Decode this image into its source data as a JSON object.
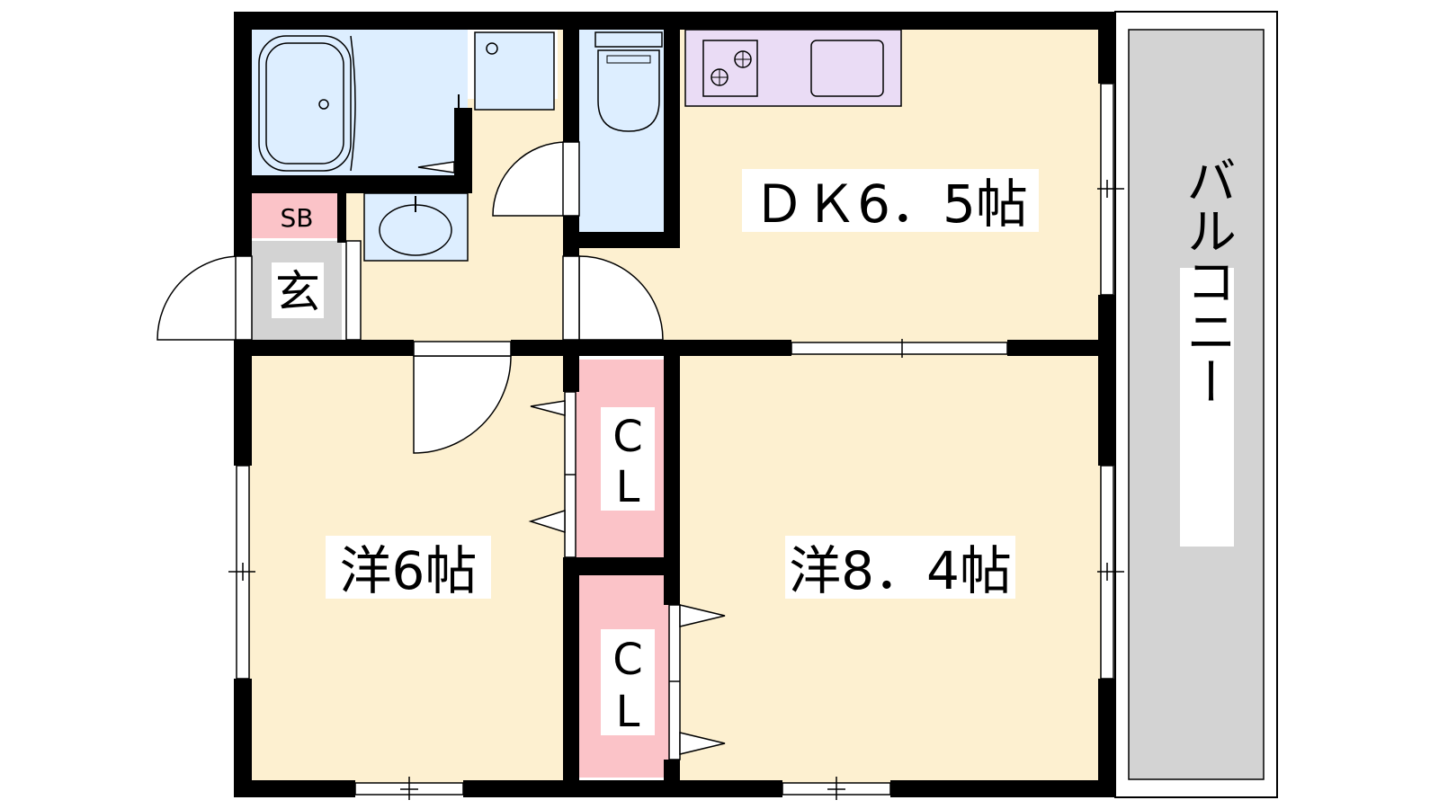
{
  "floorplan": {
    "rooms": {
      "dk": {
        "label": "ＤＫ6．5帖",
        "fill": "#fdf0d0"
      },
      "room_west": {
        "label": "洋6帖",
        "fill": "#fdf0d0"
      },
      "room_east": {
        "label": "洋8．4帖",
        "fill": "#fdf0d0"
      },
      "closet_upper": {
        "label_top": "C",
        "label_bottom": "L",
        "fill": "#fbc3c8"
      },
      "closet_lower": {
        "label_top": "C",
        "label_bottom": "L",
        "fill": "#fbc3c8"
      },
      "entrance": {
        "label": "玄",
        "fill": "#d3d3d3"
      },
      "shoe_box": {
        "label": "SB",
        "fill": "#fbc3c8"
      },
      "balcony": {
        "label": "バルコニー",
        "fill": "#d3d3d3"
      }
    },
    "colors": {
      "wall": "#000000",
      "wet_area": "#ddeeff",
      "kitchen_counter": "#eadcf5",
      "floor": "#fdf0d0"
    },
    "icons": [
      "bathtub-icon",
      "washing-machine-icon",
      "toilet-icon",
      "stove-icon",
      "sink-icon",
      "washbasin-icon"
    ]
  }
}
